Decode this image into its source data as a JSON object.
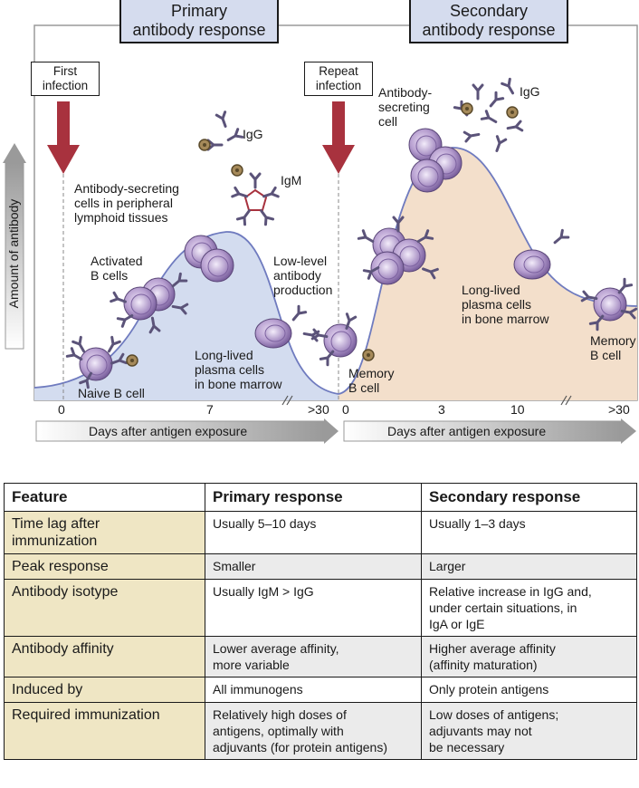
{
  "diagram": {
    "primary_title": "Primary\nantibody response",
    "secondary_title": "Secondary\nantibody response",
    "first_infection": "First\ninfection",
    "repeat_infection": "Repeat\ninfection",
    "y_axis_label": "Amount of antibody",
    "x_axis_label_primary": "Days after antigen exposure",
    "x_axis_label_secondary": "Days after antigen exposure",
    "primary_ticks": [
      "0",
      "7",
      ">30"
    ],
    "secondary_ticks": [
      "0",
      "3",
      "10",
      ">30"
    ],
    "labels": {
      "naive_b_cell": "Naive B cell",
      "activated_b_cells": "Activated\nB cells",
      "antibody_secreting_peripheral": "Antibody-secreting\ncells in peripheral\nlymphoid tissues",
      "igg_primary": "IgG",
      "igm_primary": "IgM",
      "low_level_production": "Low-level\nantibody\nproduction",
      "long_lived_plasma_primary": "Long-lived\nplasma cells\nin bone marrow",
      "memory_b_cell_secondary_start": "Memory\nB cell",
      "antibody_secreting_cell": "Antibody-\nsecreting\ncell",
      "igg_secondary": "IgG",
      "long_lived_plasma_secondary": "Long-lived\nplasma cells\nin bone marrow",
      "memory_b_cell_end": "Memory\nB cell"
    },
    "colors": {
      "title_fill": "#d5dcee",
      "primary_area": "#d3dcef",
      "secondary_area": "#f3dfcb",
      "curve": "#6f7bbf",
      "arrow": "#a8323e",
      "cell": "#b79fd0",
      "feature_fill": "#efe6c4"
    }
  },
  "table": {
    "headers": [
      "Feature",
      "Primary response",
      "Secondary response"
    ],
    "rows": [
      {
        "feature": "Time lag after\nimmunization",
        "primary": "Usually 5–10 days",
        "secondary": "Usually 1–3 days"
      },
      {
        "feature": "Peak response",
        "primary": "Smaller",
        "secondary": "Larger"
      },
      {
        "feature": "Antibody isotype",
        "primary": "Usually IgM > IgG",
        "secondary": "Relative increase in IgG and,\nunder certain situations, in\nIgA or IgE"
      },
      {
        "feature": "Antibody affinity",
        "primary": "Lower average affinity,\nmore variable",
        "secondary": "Higher average affinity\n(affinity maturation)"
      },
      {
        "feature": "Induced by",
        "primary": "All immunogens",
        "secondary": "Only protein antigens"
      },
      {
        "feature": "Required immunization",
        "primary": "Relatively high doses of\nantigens, optimally with\nadjuvants (for protein antigens)",
        "secondary": "Low doses of antigens;\nadjuvants may not\nbe necessary"
      }
    ]
  }
}
